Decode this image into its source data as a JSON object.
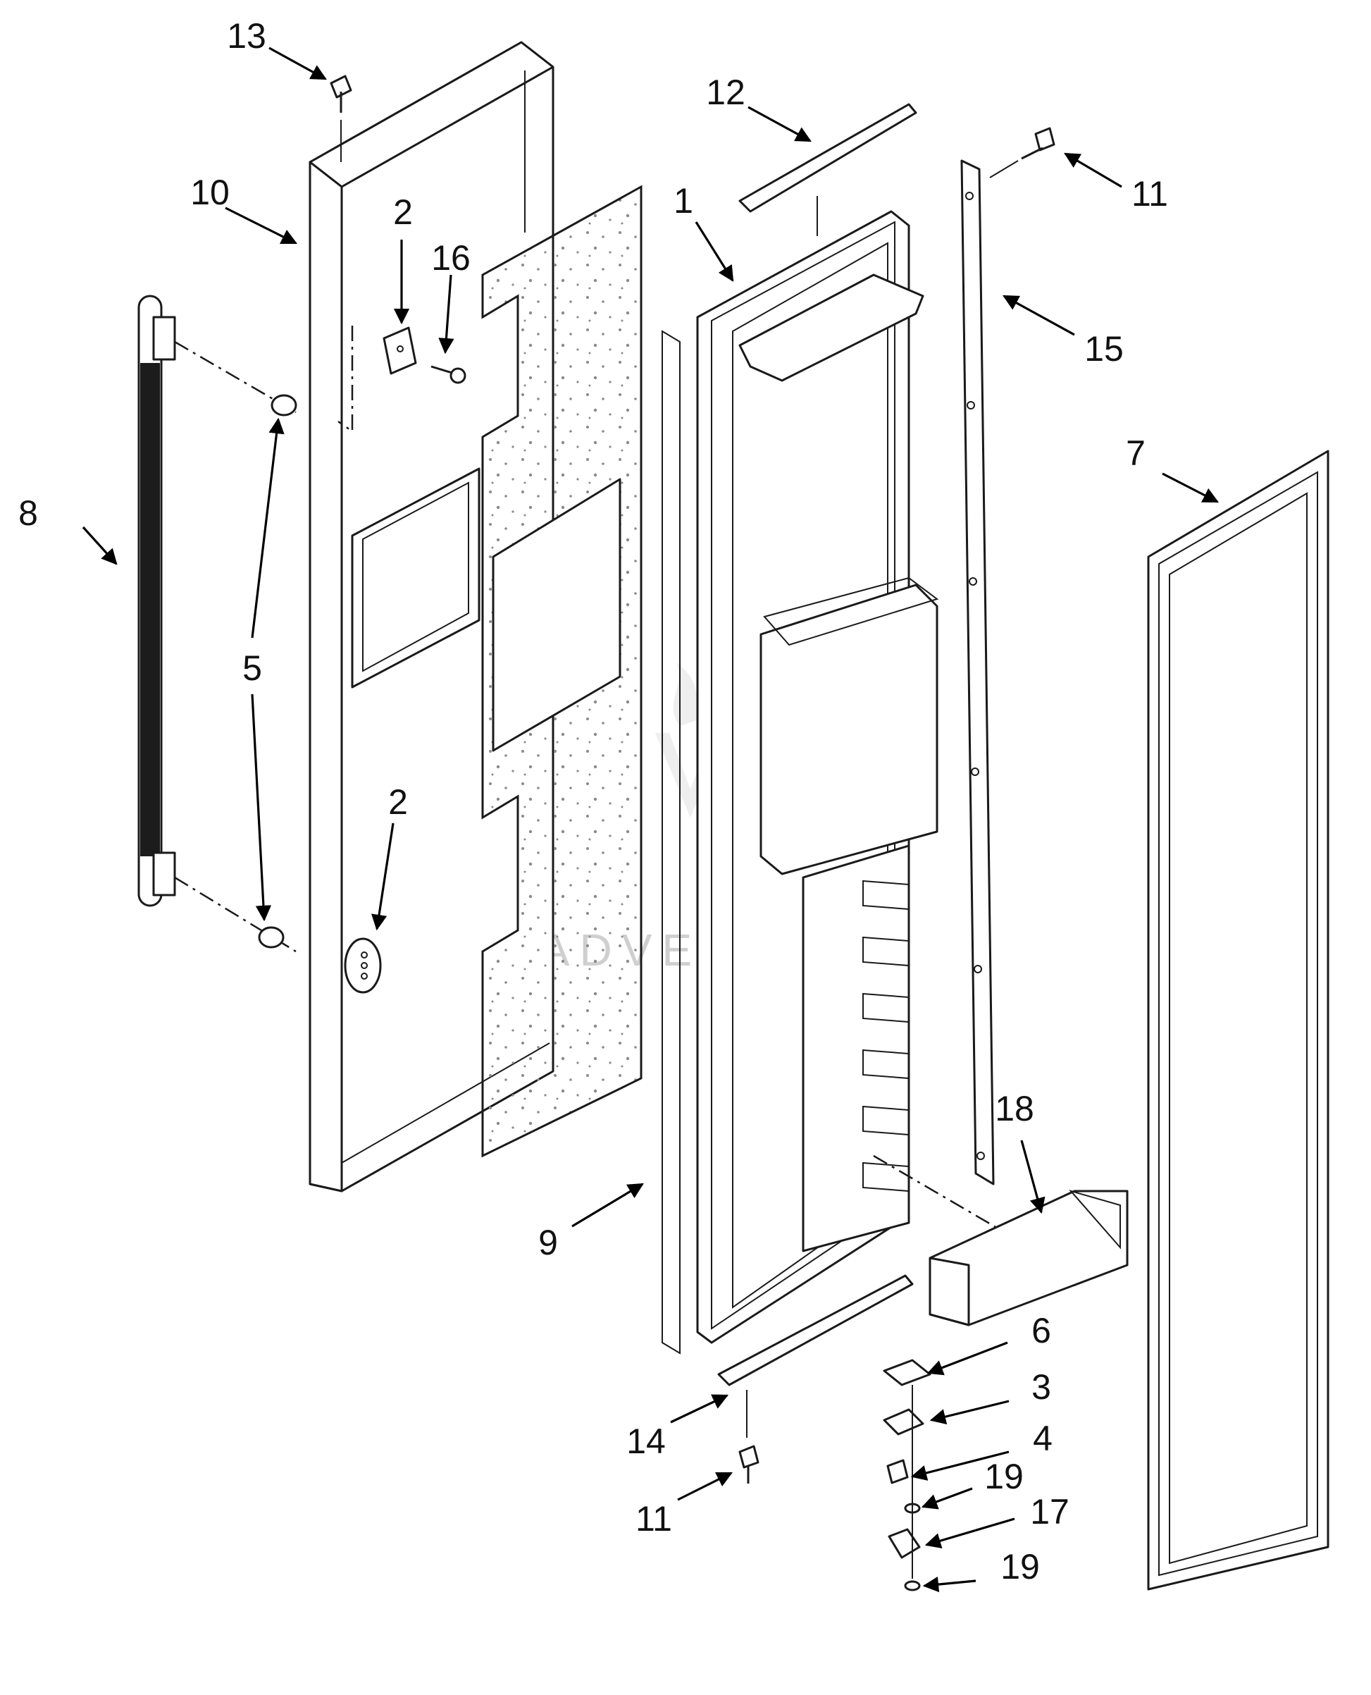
{
  "diagram": {
    "watermark": "LEADVENTURE",
    "callouts": [
      {
        "id": "c1",
        "label": "1"
      },
      {
        "id": "c2a",
        "label": "2"
      },
      {
        "id": "c2b",
        "label": "2"
      },
      {
        "id": "c3",
        "label": "3"
      },
      {
        "id": "c4",
        "label": "4"
      },
      {
        "id": "c5",
        "label": "5"
      },
      {
        "id": "c6",
        "label": "6"
      },
      {
        "id": "c7",
        "label": "7"
      },
      {
        "id": "c8",
        "label": "8"
      },
      {
        "id": "c9",
        "label": "9"
      },
      {
        "id": "c10",
        "label": "10"
      },
      {
        "id": "c11a",
        "label": "11"
      },
      {
        "id": "c11b",
        "label": "11"
      },
      {
        "id": "c12",
        "label": "12"
      },
      {
        "id": "c13",
        "label": "13"
      },
      {
        "id": "c14",
        "label": "14"
      },
      {
        "id": "c15",
        "label": "15"
      },
      {
        "id": "c16",
        "label": "16"
      },
      {
        "id": "c17",
        "label": "17"
      },
      {
        "id": "c18",
        "label": "18"
      },
      {
        "id": "c19a",
        "label": "19"
      },
      {
        "id": "c19b",
        "label": "19"
      }
    ]
  }
}
